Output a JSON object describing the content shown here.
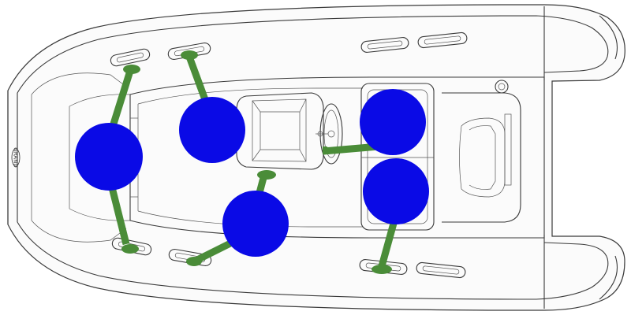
{
  "diagram": {
    "brand_logo_text": "GRAND",
    "colors": {
      "background": "#ffffff",
      "outline": "#3a3a3a",
      "person_marker": "#0a0ae6",
      "restraint_line": "#4a8c38"
    },
    "person_markers": [
      {
        "id": "bow-left"
      },
      {
        "id": "forward-center"
      },
      {
        "id": "aft-left-seat"
      },
      {
        "id": "aft-right-seat"
      },
      {
        "id": "mid-right"
      }
    ]
  }
}
